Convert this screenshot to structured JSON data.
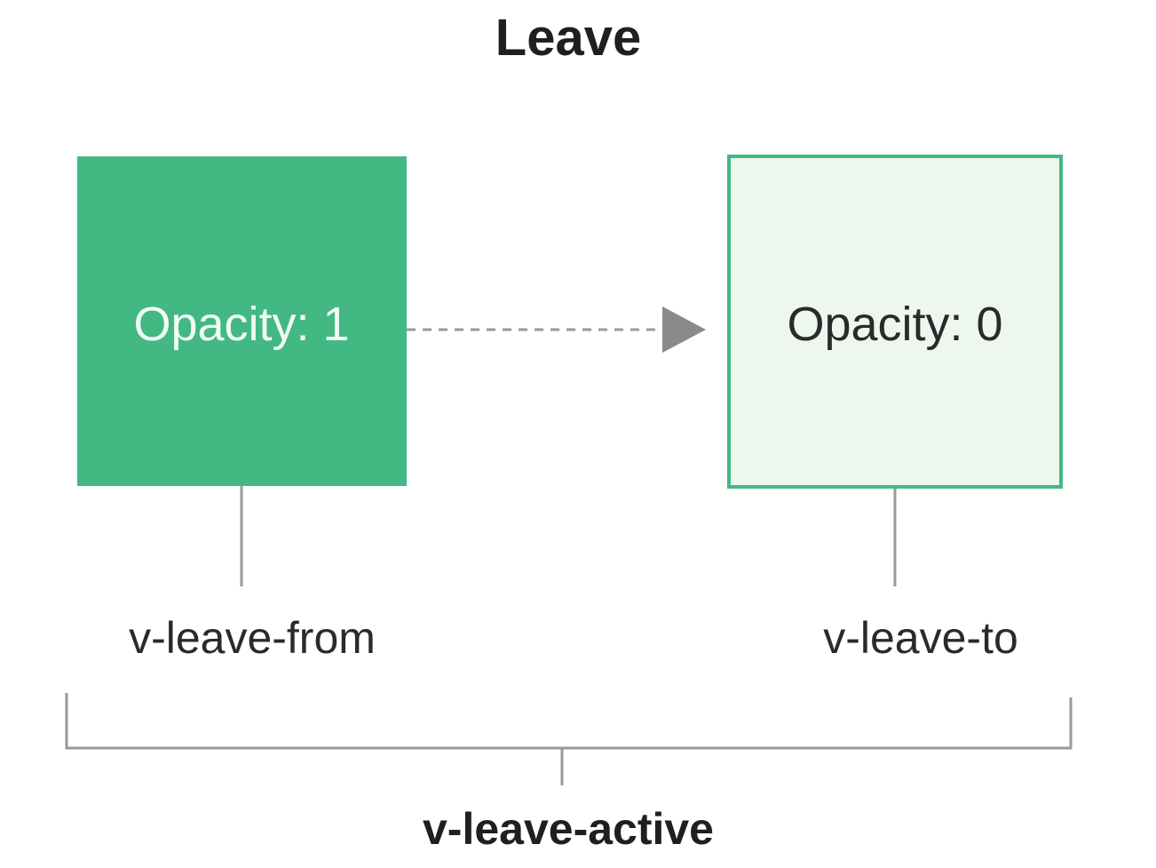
{
  "title": "Leave",
  "from_box": {
    "text": "Opacity: 1"
  },
  "to_box": {
    "text": "Opacity: 0"
  },
  "from_label": "v-leave-from",
  "to_label": "v-leave-to",
  "active_label": "v-leave-active",
  "colors": {
    "accent": "#42b883",
    "light_fill": "#edf7ef",
    "line": "#999999",
    "arrow": "#8a8a8a",
    "text_dark": "#2a2a2a",
    "text_light": "#f2fbf5"
  }
}
